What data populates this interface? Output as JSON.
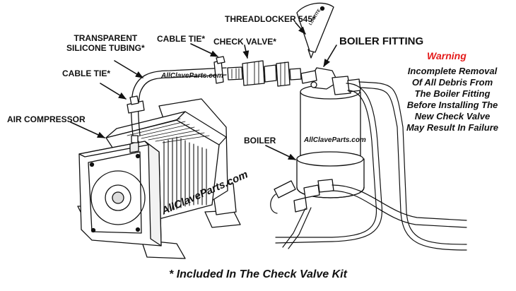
{
  "labels": {
    "threadlocker": "THREADLOCKER 545*",
    "transparent_tubing_line1": "TRANSPARENT",
    "transparent_tubing_line2": "SILICONE TUBING*",
    "cable_tie_top": "CABLE TIE*",
    "check_valve": "CHECK VALVE*",
    "boiler_fitting": "BOILER FITTING",
    "cable_tie_left": "CABLE TIE*",
    "air_compressor": "AIR COMPRESSOR",
    "boiler": "BOILER"
  },
  "warning": {
    "title": "Warning",
    "body": "Incomplete Removal\nOf All Debris From\nThe Boiler Fitting\nBefore Installing The\nNew Check Valve\nMay Result In Failure"
  },
  "watermarks": {
    "tubing": "AllClaveParts.com",
    "boiler": "AllClaveParts.com",
    "compressor": "AllClaveParts.com"
  },
  "bottle_label": "LOCTITE",
  "footer": "* Included In The Check Valve Kit",
  "colors": {
    "warning_title": "#e41b1b",
    "line": "#111111"
  }
}
